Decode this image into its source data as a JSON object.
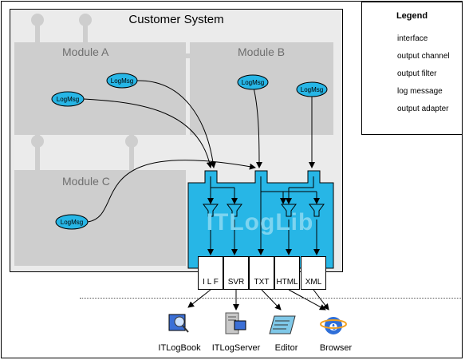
{
  "system": {
    "title": "Customer System"
  },
  "modules": [
    {
      "label": "Module A"
    },
    {
      "label": "Module B"
    },
    {
      "label": "Module C"
    }
  ],
  "log_messages": [
    "LogMsg",
    "LogMsg",
    "LogMsg",
    "LogMsg",
    "LogMsg"
  ],
  "library": {
    "name": "ITLogLib"
  },
  "adapters": [
    "I L F",
    "SVR",
    "TXT",
    "HTML",
    "XML"
  ],
  "clients": [
    "ITLogBook",
    "ITLogServer",
    "Editor",
    "Browser"
  ],
  "legend": {
    "title": "Legend",
    "items": [
      "interface",
      "output channel",
      "output filter",
      "log message",
      "output adapter"
    ]
  },
  "colors": {
    "accent": "#27b6e6",
    "module": "#cecece",
    "system": "#ebebeb",
    "stroke": "#000000"
  }
}
